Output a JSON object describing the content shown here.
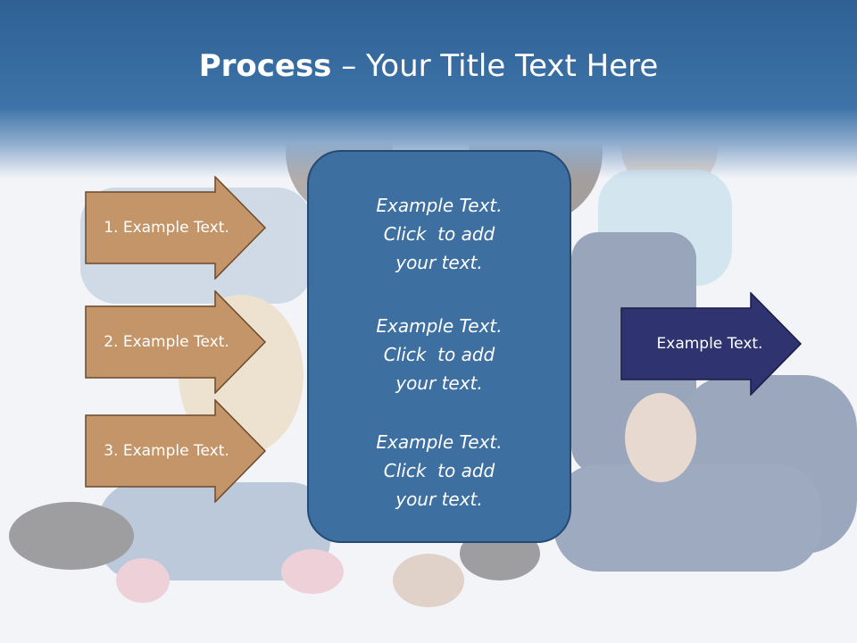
{
  "title": {
    "bold": "Process",
    "rest": " – Your Title Text Here"
  },
  "steps": [
    {
      "label": "1. Example Text."
    },
    {
      "label": "2. Example Text."
    },
    {
      "label": "3. Example Text."
    }
  ],
  "panel": {
    "blocks": [
      {
        "line1": "Example Text.",
        "line2": "Click  to add",
        "line3": "your text."
      },
      {
        "line1": "Example Text.",
        "line2": "Click  to add",
        "line3": "your text."
      },
      {
        "line1": "Example Text.",
        "line2": "Click  to add",
        "line3": "your text."
      }
    ]
  },
  "result": {
    "label": "Example Text."
  },
  "colors": {
    "header": "#3d73a8",
    "step_arrow": "#c49568",
    "panel": "#3e6fa1",
    "result_arrow": "#2f3370"
  }
}
